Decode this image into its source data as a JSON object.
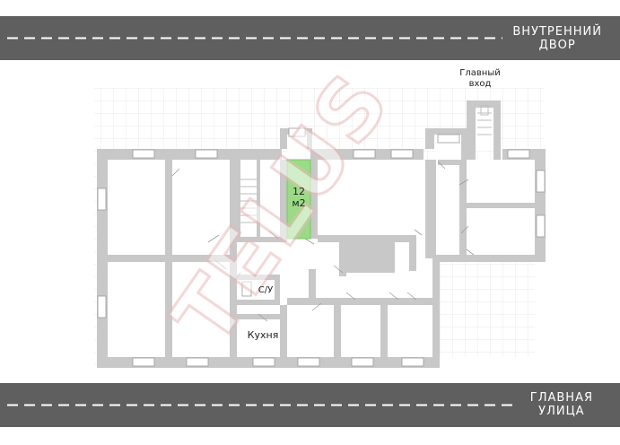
{
  "streets": {
    "courtyard": "ВНУТРЕННИЙ\nДВОР",
    "main_street": "ГЛАВНАЯ\nУЛИЦА"
  },
  "plan": {
    "main_entrance": "Главный\nвход",
    "highlighted_room_area": "12\nм2",
    "wc": "С/У",
    "kitchen": "Кухня"
  },
  "watermark": "TELUS",
  "colors": {
    "wall": "#c8c8c8",
    "highlight": "#9bdb86",
    "road": "#5f5f5f",
    "grid": "#ececec"
  }
}
